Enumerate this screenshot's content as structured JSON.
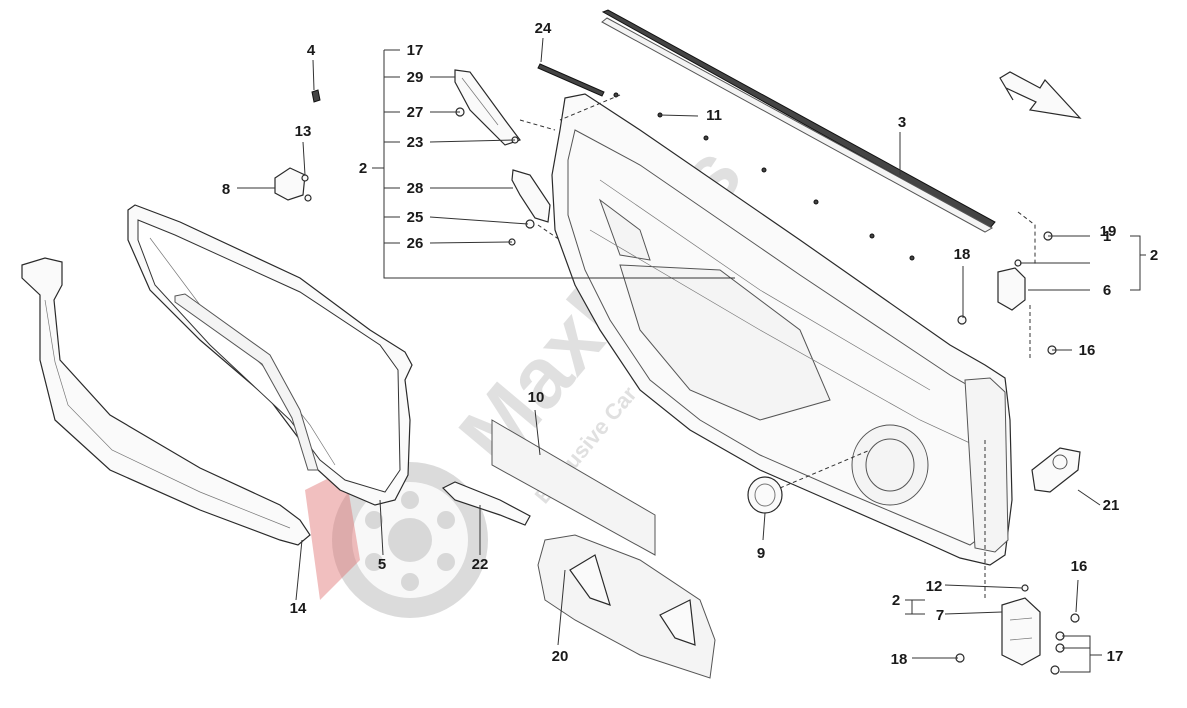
{
  "callouts": {
    "c1": "1",
    "c2a": "2",
    "c2b": "2",
    "c2c": "2",
    "c3": "3",
    "c4": "4",
    "c5": "5",
    "c6": "6",
    "c7": "7",
    "c8": "8",
    "c9": "9",
    "c10": "10",
    "c11": "11",
    "c12": "12",
    "c13": "13",
    "c14": "14",
    "c16a": "16",
    "c16b": "16",
    "c17a": "17",
    "c17b": "17",
    "c18a": "18",
    "c18b": "18",
    "c19": "19",
    "c20": "20",
    "c21": "21",
    "c22": "22",
    "c23": "23",
    "c24": "24",
    "c25": "25",
    "c26": "26",
    "c27": "27",
    "c28": "28",
    "c29": "29"
  },
  "watermark": {
    "brand": "MaxParts",
    "tagline": "Exclusive Car Parts Specialist"
  }
}
